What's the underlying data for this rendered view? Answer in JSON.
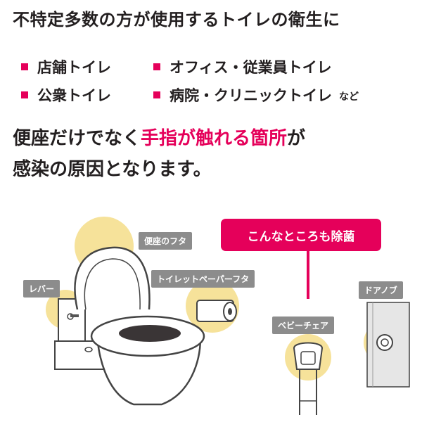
{
  "headline": "不特定多数の方が使用するトイレの衛生に",
  "places": [
    {
      "label": "店舗トイレ"
    },
    {
      "label": "オフィス・従業員トイレ"
    },
    {
      "label": "公衆トイレ"
    },
    {
      "label": "病院・クリニックトイレ",
      "suffix": "など"
    }
  ],
  "message": {
    "line1_a": "便座だけでなく",
    "line1_highlight": "手指が触れる箇所",
    "line1_b": "が",
    "line2": "感染の原因となります。"
  },
  "labels": {
    "seat_lid": "便座のフタ",
    "paper_lid": "トイレットペーパーフタ",
    "lever": "レバー",
    "baby_chair": "ベビーチェア",
    "door_knob": "ドアノブ"
  },
  "callout": "こんなところも除菌",
  "colors": {
    "accent": "#e5005a",
    "highlight": "#f6e29a",
    "tag": "#8c8c8c",
    "text": "#231f20"
  }
}
